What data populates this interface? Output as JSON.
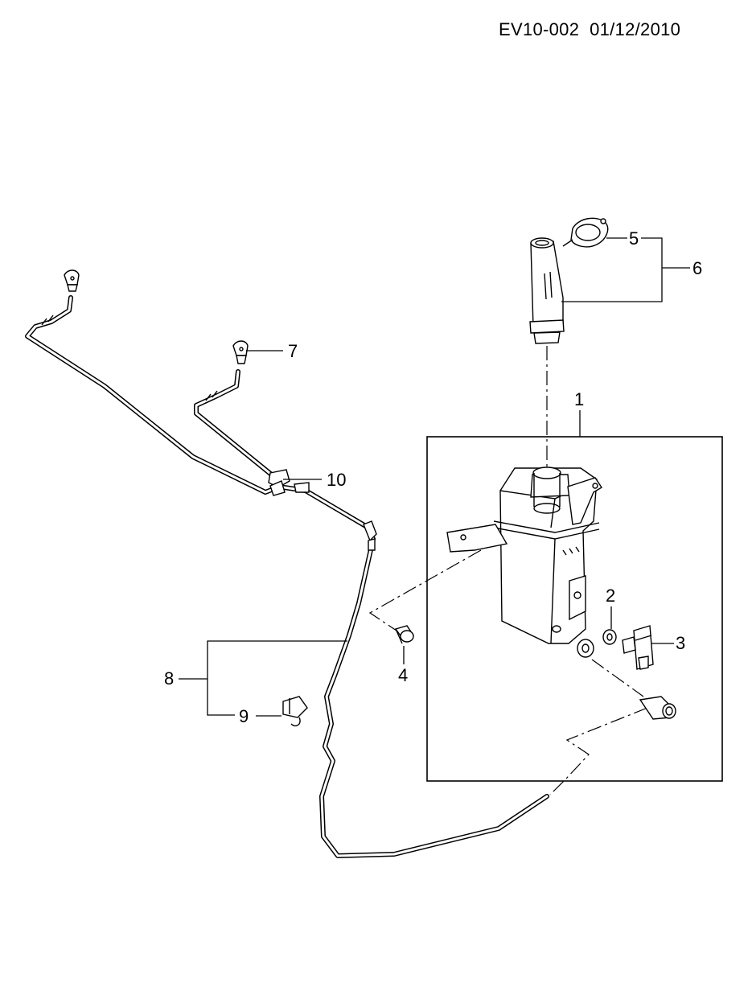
{
  "header": {
    "reference": "EV10-002  01/12/2010"
  },
  "callouts": {
    "c1": "1",
    "c2": "2",
    "c3": "3",
    "c4": "4",
    "c5": "5",
    "c6": "6",
    "c7": "7",
    "c8": "8",
    "c9": "9",
    "c10": "10"
  }
}
